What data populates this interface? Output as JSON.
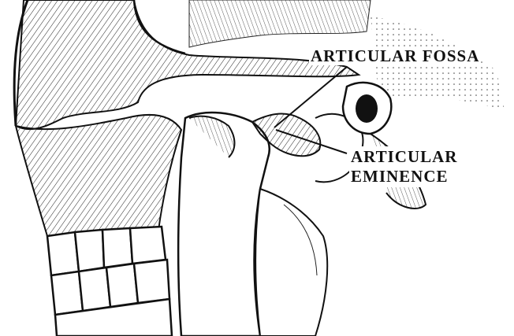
{
  "labels": {
    "articular_fossa": "ARTICULAR FOSSA",
    "articular_eminence_line1": "ARTICULAR",
    "articular_eminence_line2": "EMINENCE"
  },
  "colors": {
    "ink": "#111111",
    "paper": "#ffffff"
  }
}
